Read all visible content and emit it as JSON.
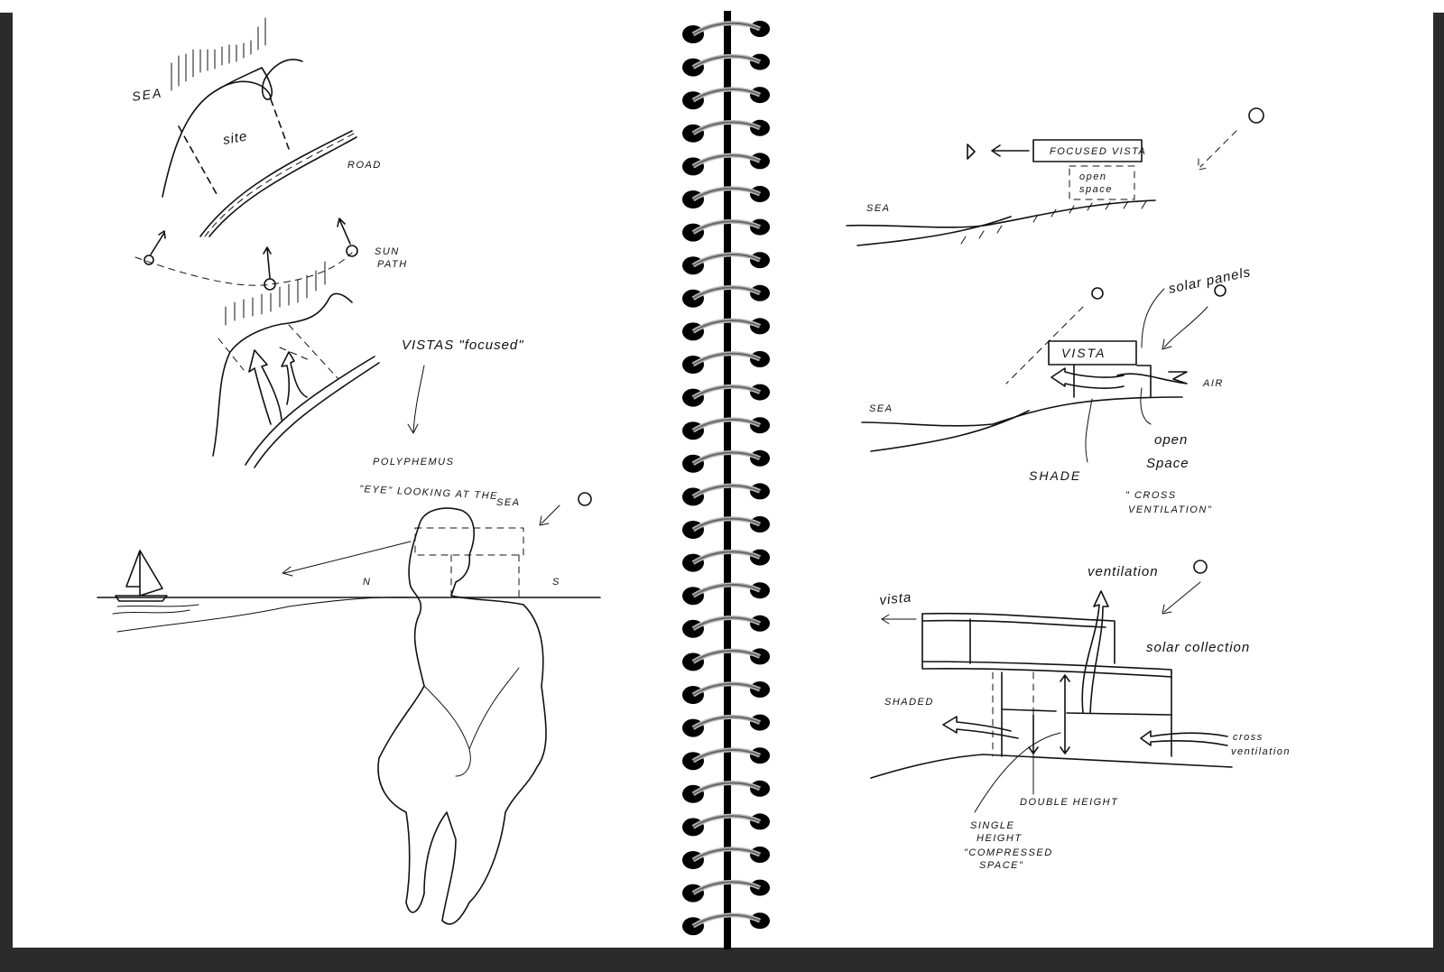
{
  "colors": {
    "paper": "#ffffff",
    "ink": "#111111",
    "cover": "#2b2b2b",
    "binding": "#000000"
  },
  "left_page": {
    "site_plan": {
      "sea": "SEA",
      "site": "site",
      "road": "ROAD"
    },
    "sun_path": {
      "label_1": "SUN",
      "label_2": "PATH"
    },
    "vistas_label": "VISTAS \"focused\"",
    "polyphemus": {
      "title": "POLYPHEMUS",
      "line_2": "\"EYE\" LOOKING AT THE",
      "line_3": "SEA"
    },
    "compass": {
      "north": "N",
      "south": "S"
    }
  },
  "right_page": {
    "section_1": {
      "focused_vista": "FOCUSED VISTA",
      "open_1": "open",
      "open_2": "space",
      "sea": "SEA"
    },
    "section_2": {
      "solar_panels": "solar panels",
      "vista": "VISTA",
      "air": "AIR",
      "sea": "SEA",
      "open_1": "open",
      "open_2": "Space",
      "shade": "SHADE",
      "cross_1": "\" CROSS",
      "cross_2": "VENTILATION\""
    },
    "section_3": {
      "vista": "vista",
      "ventilation": "ventilation",
      "solar_collection": "solar collection",
      "shaded": "SHADED",
      "cross_1": "cross",
      "cross_2": "ventilation",
      "double_height": "DOUBLE HEIGHT",
      "single_1": "SINGLE",
      "single_2": "HEIGHT",
      "single_3": "\"COMPRESSED",
      "single_4": "SPACE\""
    }
  }
}
